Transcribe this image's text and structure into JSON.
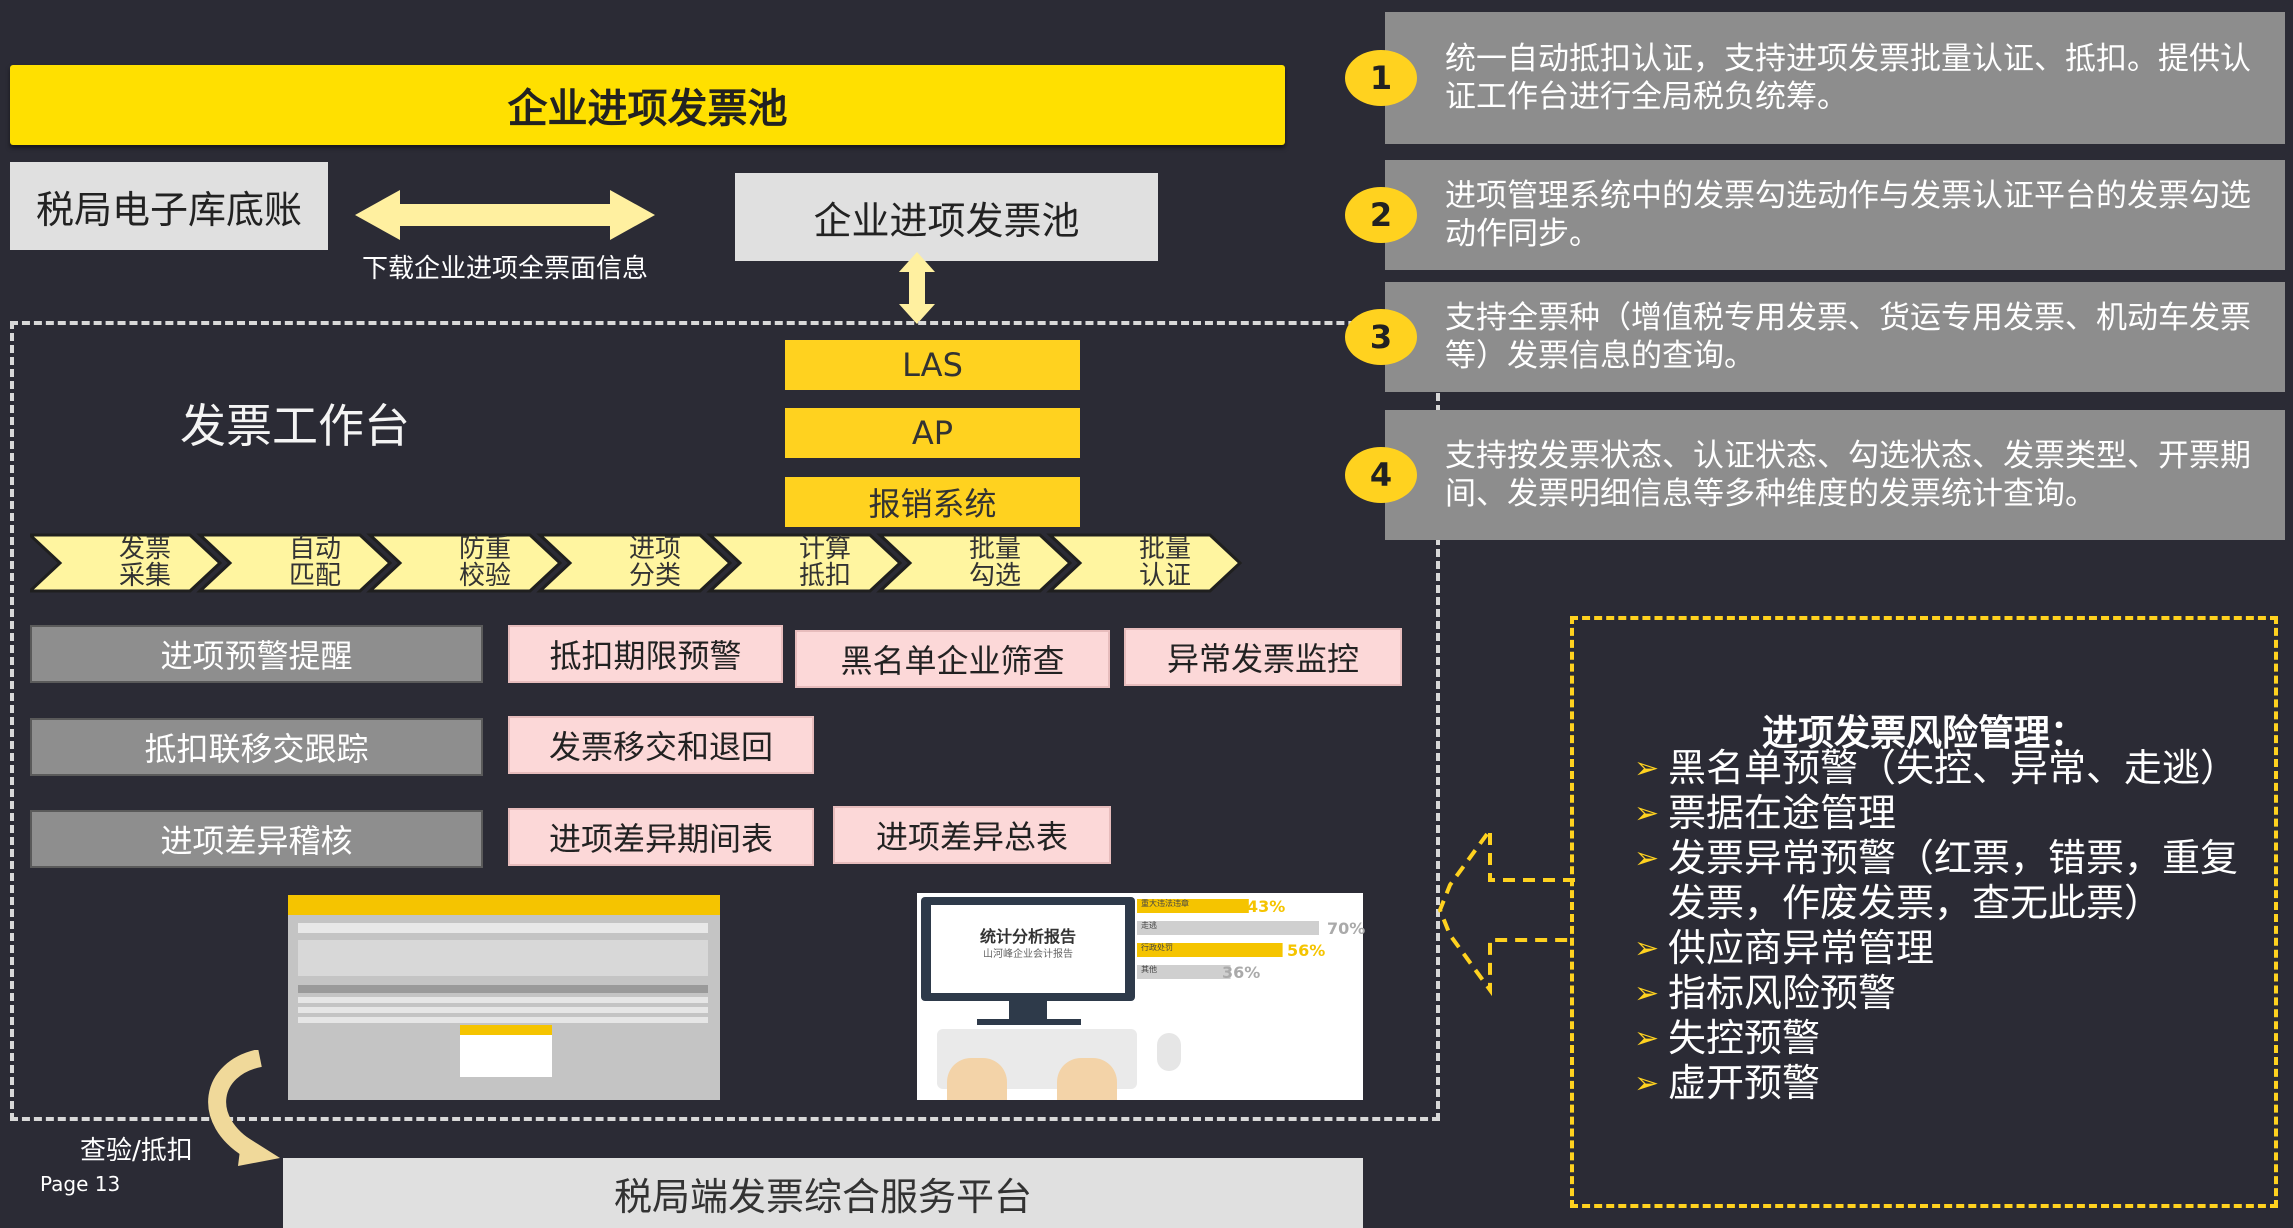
{
  "header": {
    "title": "企业进项发票池"
  },
  "tax_ledger": {
    "label": "税局电子库底账",
    "download_label": "下载企业进项全票面信息"
  },
  "pool_box": {
    "label": "企业进项发票池"
  },
  "systems": [
    "LAS",
    "AP",
    "报销系统"
  ],
  "workbench": {
    "title": "发票工作台"
  },
  "process_steps": [
    {
      "line1": "发票",
      "line2": "采集"
    },
    {
      "line1": "自动",
      "line2": "匹配"
    },
    {
      "line1": "防重",
      "line2": "校验"
    },
    {
      "line1": "进项",
      "line2": "分类"
    },
    {
      "line1": "计算",
      "line2": "抵扣"
    },
    {
      "line1": "批量",
      "line2": "勾选"
    },
    {
      "line1": "批量",
      "line2": "认证"
    }
  ],
  "rows": [
    {
      "category": "进项预警提醒",
      "items": [
        "抵扣期限预警",
        "黑名单企业筛查",
        "异常发票监控"
      ]
    },
    {
      "category": "抵扣联移交跟踪",
      "items": [
        "发票移交和退回"
      ]
    },
    {
      "category": "进项差异稽核",
      "items": [
        "进项差异期间表",
        "进项差异总表"
      ]
    }
  ],
  "report_thumb": {
    "title": "统计分析报告",
    "subtitle": "山河峰企业会计报告",
    "bars": [
      {
        "label": "重大违法违章",
        "pct": "43%",
        "value": 43
      },
      {
        "label": "走逃",
        "pct": "70%",
        "value": 70
      },
      {
        "label": "行政处罚",
        "pct": "56%",
        "value": 56
      },
      {
        "label": "其他",
        "pct": "36%",
        "value": 36
      }
    ]
  },
  "check_label": "查验/抵扣",
  "page_label": "Page 13",
  "bottom_platform": "税局端发票综合服务平台",
  "features": [
    {
      "num": "1",
      "text": "统一自动抵扣认证，支持进项发票批量认证、抵扣。提供认证工作台进行全局税负统筹。"
    },
    {
      "num": "2",
      "text": "进项管理系统中的发票勾选动作与发票认证平台的发票勾选动作同步。"
    },
    {
      "num": "3",
      "text": "支持全票种（增值税专用发票、货运专用发票、机动车发票等）发票信息的查询。"
    },
    {
      "num": "4",
      "text": "支持按发票状态、认证状态、勾选状态、发票类型、开票期间、发票明细信息等多种维度的发票统计查询。"
    }
  ],
  "risk": {
    "title": "进项发票风险管理：",
    "items": [
      "黑名单预警（失控、异常、走逃）",
      "票据在途管理",
      "发票异常预警（红票，错票，重复发票，作废发票，查无此票）",
      "供应商异常管理",
      "指标风险预警",
      "失控预警",
      "虚开预警"
    ]
  },
  "colors": {
    "background": "#2b2b35",
    "accent": "#ffd21f",
    "panel": "#8d8d8d",
    "pink": "#fcd8d8"
  }
}
